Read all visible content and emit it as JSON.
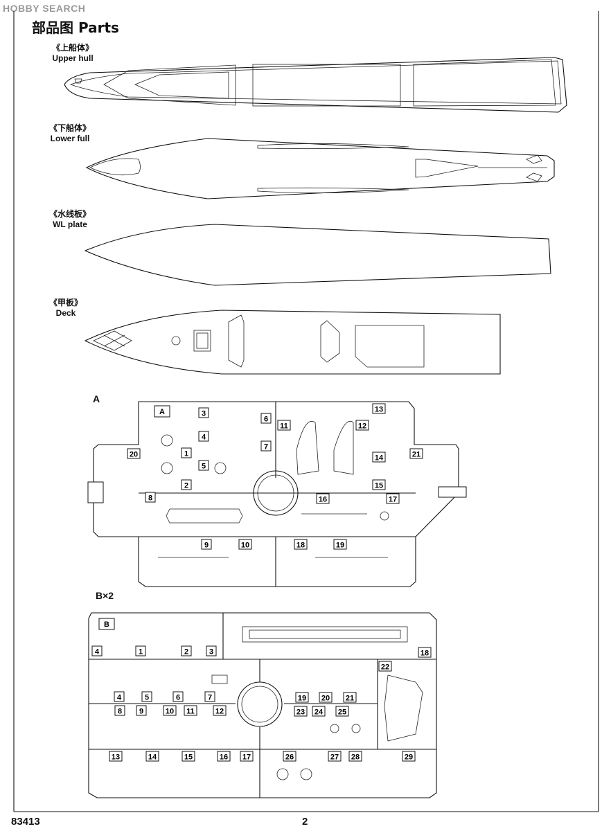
{
  "watermark": "HOBBY SEARCH",
  "page_title": "部品图  Parts",
  "hull_parts": [
    {
      "cn": "《上船体》",
      "en": "Upper hull"
    },
    {
      "cn": "《下船体》",
      "en": "Lower full"
    },
    {
      "cn": "《水线板》",
      "en": "WL plate"
    },
    {
      "cn": "《甲板》",
      "en": "Deck"
    }
  ],
  "sprue_a": {
    "label": "A",
    "tag": "A",
    "numbers": [
      "1",
      "2",
      "3",
      "4",
      "5",
      "6",
      "7",
      "8",
      "9",
      "10",
      "11",
      "12",
      "13",
      "14",
      "15",
      "16",
      "17",
      "18",
      "19",
      "20",
      "21"
    ]
  },
  "sprue_b": {
    "label": "B×2",
    "tag": "B",
    "numbers": [
      "1",
      "2",
      "3",
      "4",
      "4",
      "5",
      "6",
      "7",
      "8",
      "9",
      "10",
      "11",
      "12",
      "13",
      "14",
      "15",
      "16",
      "17",
      "18",
      "19",
      "20",
      "21",
      "22",
      "23",
      "24",
      "25",
      "26",
      "27",
      "28",
      "29"
    ]
  },
  "footer": {
    "product_code": "83413",
    "page_number": "2"
  }
}
